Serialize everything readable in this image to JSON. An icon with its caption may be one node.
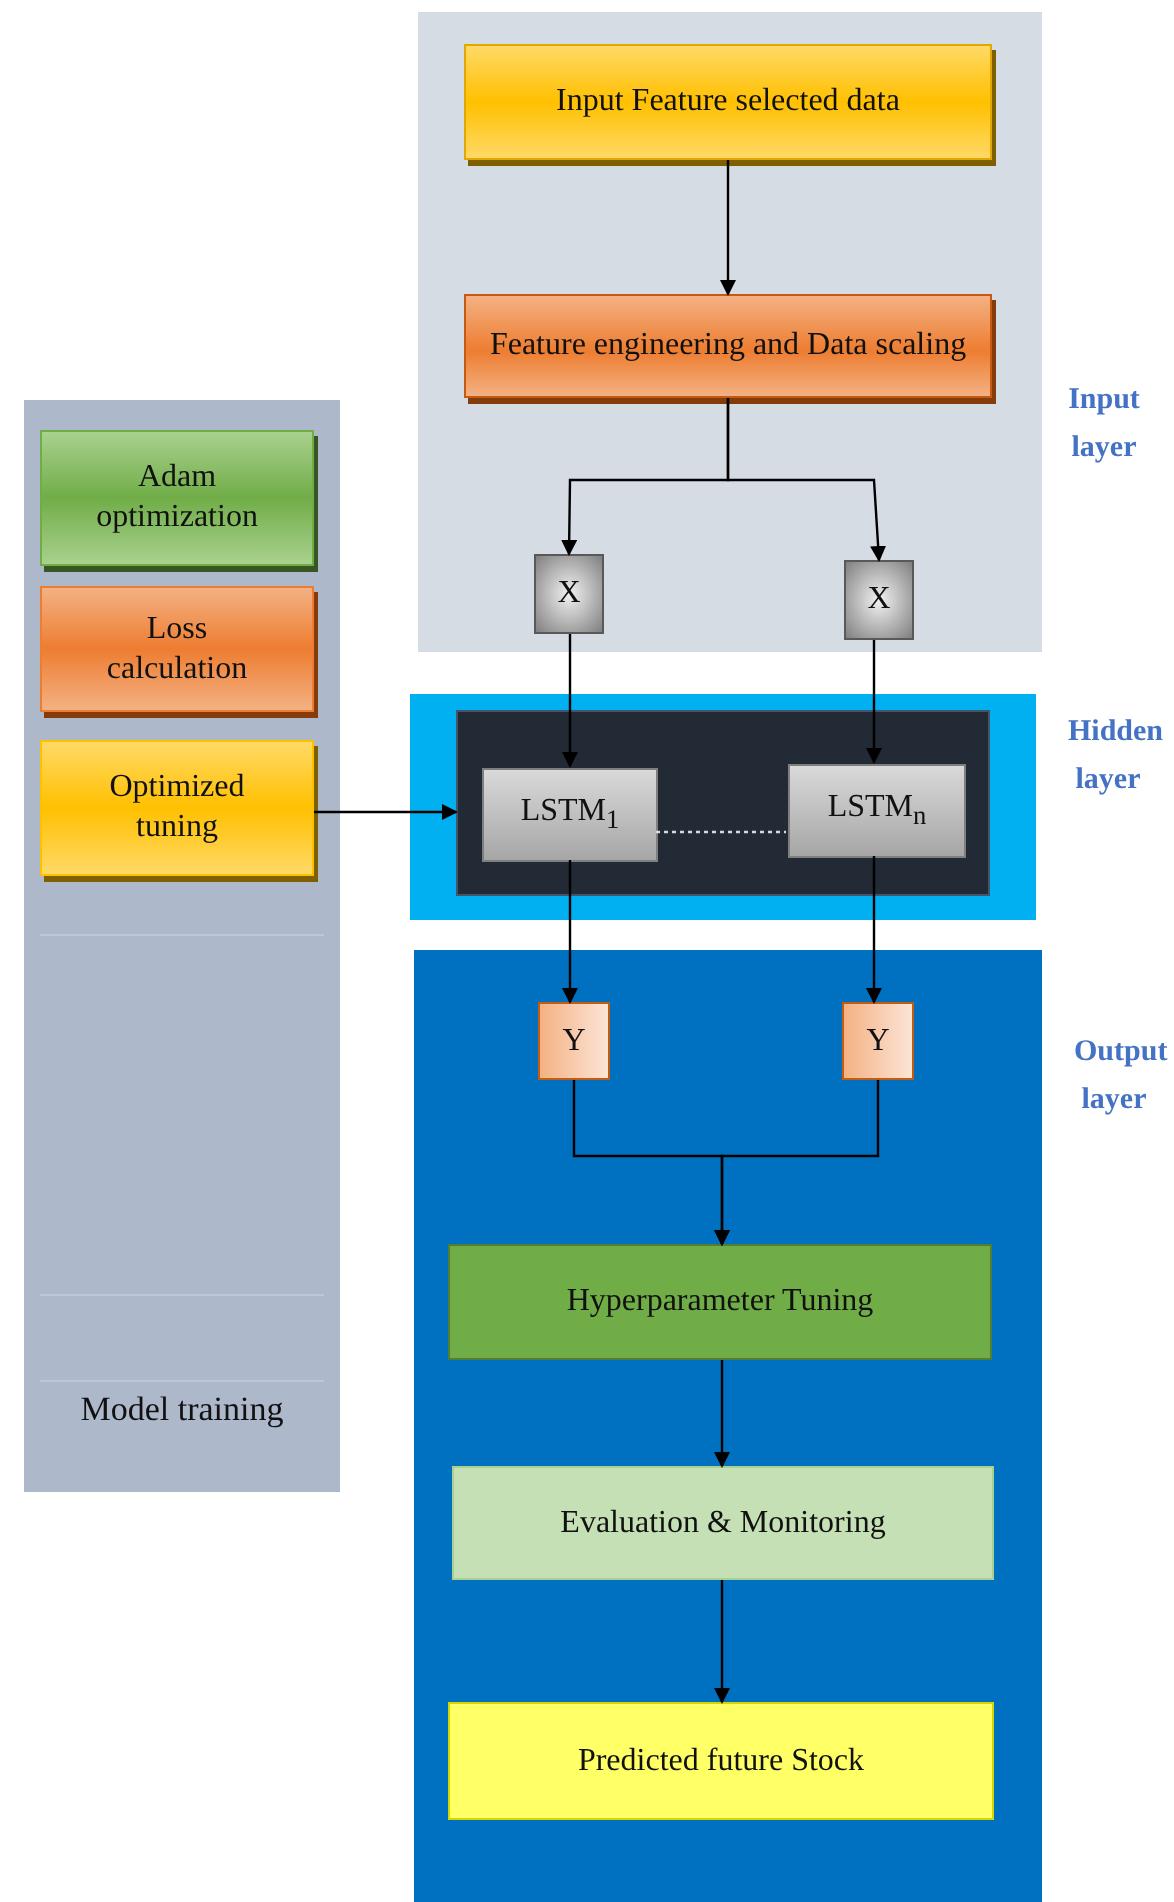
{
  "diagram": {
    "nodes": [
      {
        "text": [
          "Input layer"
        ]
      },
      {
        "text": [
          "Input Feature selected data"
        ],
        "in": 0
      },
      {
        "text": [
          "Feature engineering and Data scaling"
        ],
        "in": 0
      },
      {
        "text": [
          "X"
        ],
        "in": 0
      },
      {
        "text": [
          "X"
        ],
        "in": 0
      },
      {
        "text": [
          "Model training"
        ]
      },
      {
        "text": [
          "Adam optimization"
        ],
        "in": 5
      },
      {
        "text": [
          "Loss calculation"
        ],
        "in": 5
      },
      {
        "text": [
          "Optimized tuning"
        ],
        "in": 5
      },
      {
        "text": [
          "Hidden layer"
        ]
      },
      {
        "text": [],
        "shape": "box",
        "in": 9
      },
      {
        "text": [
          "LSTM$_{1}$"
        ],
        "in": 10
      },
      {
        "text": [
          "LSTM$_{n}$"
        ],
        "in": 10
      },
      {
        "text": [
          "Output layer"
        ]
      },
      {
        "text": [
          "Y"
        ],
        "in": 13
      },
      {
        "text": [
          "Y"
        ],
        "in": 13
      },
      {
        "text": [
          "Hyperparameter Tuning"
        ],
        "in": 13
      },
      {
        "text": [
          "Evaluation & Monitoring"
        ],
        "in": 13
      },
      {
        "text": [
          "Predicted future Stock"
        ],
        "in": 13
      }
    ],
    "edges": [
      {
        "from": 1,
        "to": 2,
        "arrow": "to"
      },
      {
        "from": 2,
        "to": 3,
        "arrow": "to"
      },
      {
        "from": 2,
        "to": 4,
        "arrow": "to"
      },
      {
        "from": 3,
        "to": 11,
        "arrow": "to"
      },
      {
        "from": 4,
        "to": 12,
        "arrow": "to"
      },
      {
        "from": 8,
        "to": 10,
        "arrow": "to"
      },
      {
        "from": 11,
        "to": 12,
        "arrow": "none",
        "style": "dashed",
        "color": "#d9d9d9"
      },
      {
        "from": 11,
        "to": 14,
        "arrow": "to"
      },
      {
        "from": 12,
        "to": 15,
        "arrow": "to"
      },
      {
        "from": 14,
        "to": 16,
        "arrow": "to"
      },
      {
        "from": 15,
        "to": 16,
        "arrow": "to"
      },
      {
        "from": 16,
        "to": 17,
        "arrow": "to"
      },
      {
        "from": 17,
        "to": 18,
        "arrow": "to"
      }
    ]
  }
}
